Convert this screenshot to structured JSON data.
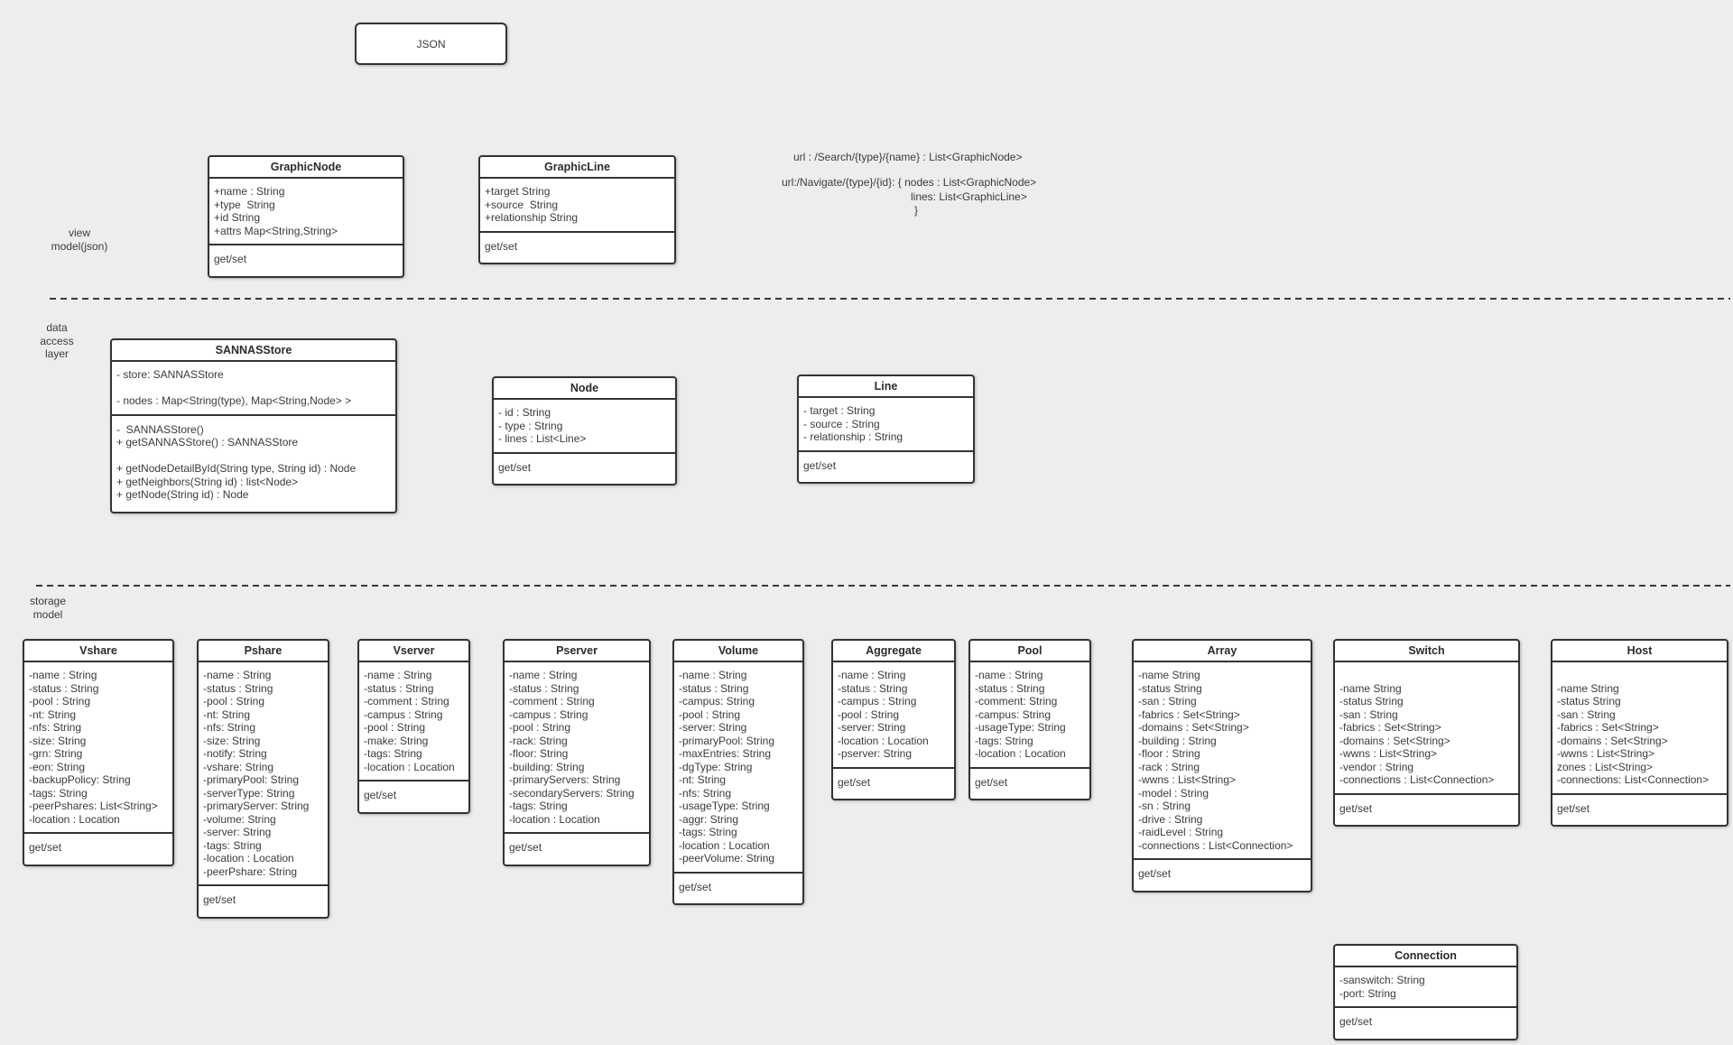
{
  "colors": {
    "background": "#ededee",
    "box_fill": "#ffffff",
    "box_border": "#333333",
    "text": "#3b3b3b"
  },
  "json_box": {
    "label": "JSON"
  },
  "annotations": {
    "search_url": "url : /Search/{type}/{name} : List<GraphicNode>",
    "navigate_url": "url:/Navigate/{type}/{id}: { nodes : List<GraphicNode>",
    "navigate_url_lines": "lines: List<GraphicLine>",
    "navigate_url_close": "}"
  },
  "layer_labels": [
    {
      "id": "view-model",
      "lines": [
        "view",
        "model(json)"
      ]
    },
    {
      "id": "data-access-layer",
      "lines": [
        "data",
        "access",
        "layer"
      ]
    },
    {
      "id": "storage-model",
      "lines": [
        "storage",
        "model"
      ]
    }
  ],
  "classes": [
    {
      "id": "graphicnode",
      "title": "GraphicNode",
      "attributes": [
        "+name : String",
        "+type  String",
        "+id String",
        "+attrs Map<String,String>"
      ],
      "methods": [
        "get/set"
      ]
    },
    {
      "id": "graphicline",
      "title": "GraphicLine",
      "attributes": [
        "+target String",
        "+source  String",
        "+relationship String"
      ],
      "methods": [
        "get/set"
      ]
    },
    {
      "id": "sannasstore",
      "title": "SANNASStore",
      "attributes": [
        "- store: SANNASStore",
        "",
        "- nodes : Map<String(type), Map<String,Node> >"
      ],
      "methods": [
        "-  SANNASStore()",
        "+ getSANNASStore() : SANNASStore",
        "",
        "+ getNodeDetailById(String type, String id) : Node",
        "+ getNeighbors(String id) : list<Node>",
        "+ getNode(String id) : Node"
      ]
    },
    {
      "id": "node",
      "title": "Node",
      "attributes": [
        "- id : String",
        "- type : String",
        "- lines : List<Line>"
      ],
      "methods": [
        "get/set"
      ]
    },
    {
      "id": "line",
      "title": "Line",
      "attributes": [
        "- target : String",
        "- source : String",
        "- relationship : String"
      ],
      "methods": [
        "get/set"
      ]
    },
    {
      "id": "vshare",
      "title": "Vshare",
      "attributes": [
        "-name : String",
        "-status : String",
        "-pool : String",
        "-nt: String",
        "-nfs: String",
        "-size: String",
        "-grn: String",
        "-eon: String",
        "-backupPolicy: String",
        "-tags: String",
        "-peerPshares: List<String>",
        "-location : Location"
      ],
      "methods": [
        "get/set"
      ]
    },
    {
      "id": "pshare",
      "title": "Pshare",
      "attributes": [
        "-name : String",
        "-status : String",
        "-pool : String",
        "-nt: String",
        "-nfs: String",
        "-size: String",
        "-notify: String",
        "-vshare: String",
        "-primaryPool: String",
        "-serverType: String",
        "-primaryServer: String",
        "-volume: String",
        "-server: String",
        "-tags: String",
        "-location : Location",
        "-peerPshare: String"
      ],
      "methods": [
        "get/set"
      ]
    },
    {
      "id": "vserver",
      "title": "Vserver",
      "attributes": [
        "-name : String",
        "-status : String",
        "-comment : String",
        "-campus : String",
        "-pool : String",
        "-make: String",
        "-tags: String",
        "-location : Location"
      ],
      "methods": [
        "get/set"
      ]
    },
    {
      "id": "pserver",
      "title": "Pserver",
      "attributes": [
        "-name : String",
        "-status : String",
        "-comment : String",
        "-campus : String",
        "-pool : String",
        "-rack: String",
        "-floor: String",
        "-building: String",
        "-primaryServers: String",
        "-secondaryServers: String",
        "-tags: String",
        "-location : Location"
      ],
      "methods": [
        "get/set"
      ]
    },
    {
      "id": "volume",
      "title": "Volume",
      "attributes": [
        "-name : String",
        "-status : String",
        "-campus: String",
        "-pool : String",
        "-server: String",
        "-primaryPool: String",
        "-maxEntries: String",
        "-dgType: String",
        "-nt: String",
        "-nfs: String",
        "-usageType: String",
        "-aggr: String",
        "-tags: String",
        "-location : Location",
        "-peerVolume: String"
      ],
      "methods": [
        "get/set"
      ]
    },
    {
      "id": "aggregate",
      "title": "Aggregate",
      "attributes": [
        "-name : String",
        "-status : String",
        "-campus : String",
        "-pool : String",
        "-server: String",
        "-location : Location",
        "-pserver: String"
      ],
      "methods": [
        "get/set"
      ]
    },
    {
      "id": "pool",
      "title": "Pool",
      "attributes": [
        "-name : String",
        "-status : String",
        "-comment: String",
        "-campus: String",
        "-usageType: String",
        "-tags: String",
        "-location : Location"
      ],
      "methods": [
        "get/set"
      ]
    },
    {
      "id": "array",
      "title": "Array",
      "attributes": [
        "-name String",
        "-status String",
        "-san : String",
        "-fabrics : Set<String>",
        "-domains : Set<String>",
        "-building : String",
        "-floor : String",
        "-rack : String",
        "-wwns : List<String>",
        "-model : String",
        "-sn : String",
        "-drive : String",
        "-raidLevel : String",
        "-connections : List<Connection>"
      ],
      "methods": [
        "get/set"
      ]
    },
    {
      "id": "switch",
      "title": "Switch",
      "attributes": [
        "",
        "-name String",
        "-status String",
        "-san : String",
        "-fabrics : Set<String>",
        "-domains : Set<String>",
        "-wwns : List<String>",
        "-vendor : String",
        "-connections : List<Connection>"
      ],
      "methods": [
        "get/set"
      ]
    },
    {
      "id": "host",
      "title": "Host",
      "attributes": [
        "",
        "-name String",
        "-status String",
        "-san : String",
        "-fabrics : Set<String>",
        "-domains : Set<String>",
        "-wwns : List<String>",
        "zones : List<String>",
        "-connections: List<Connection>"
      ],
      "methods": [
        "get/set"
      ]
    },
    {
      "id": "connection",
      "title": "Connection",
      "attributes": [
        "-sanswitch: String",
        "-port: String"
      ],
      "methods": [
        "get/set"
      ]
    }
  ]
}
